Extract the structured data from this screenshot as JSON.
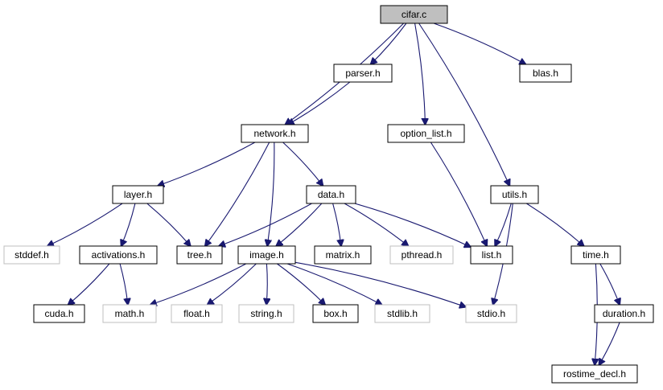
{
  "colors": {
    "edge": "#191970",
    "root_fill": "#bfbfbf",
    "node_border": "#000000",
    "external_border": "#bfbfbf"
  },
  "nodes": {
    "cifar_c": "cifar.c",
    "parser_h": "parser.h",
    "blas_h": "blas.h",
    "network_h": "network.h",
    "option_list_h": "option_list.h",
    "layer_h": "layer.h",
    "data_h": "data.h",
    "utils_h": "utils.h",
    "stddef_h": "stddef.h",
    "activations_h": "activations.h",
    "tree_h": "tree.h",
    "image_h": "image.h",
    "matrix_h": "matrix.h",
    "pthread_h": "pthread.h",
    "list_h": "list.h",
    "time_h": "time.h",
    "cuda_h": "cuda.h",
    "math_h": "math.h",
    "float_h": "float.h",
    "string_h": "string.h",
    "box_h": "box.h",
    "stdlib_h": "stdlib.h",
    "stdio_h": "stdio.h",
    "duration_h": "duration.h",
    "rostime_decl_h": "rostime_decl.h"
  },
  "edges": [
    [
      "cifar_c",
      "parser_h"
    ],
    [
      "cifar_c",
      "blas_h"
    ],
    [
      "cifar_c",
      "network_h"
    ],
    [
      "cifar_c",
      "option_list_h"
    ],
    [
      "cifar_c",
      "utils_h"
    ],
    [
      "parser_h",
      "network_h"
    ],
    [
      "network_h",
      "layer_h"
    ],
    [
      "network_h",
      "data_h"
    ],
    [
      "network_h",
      "tree_h"
    ],
    [
      "network_h",
      "image_h"
    ],
    [
      "option_list_h",
      "list_h"
    ],
    [
      "layer_h",
      "stddef_h"
    ],
    [
      "layer_h",
      "activations_h"
    ],
    [
      "layer_h",
      "tree_h"
    ],
    [
      "data_h",
      "tree_h"
    ],
    [
      "data_h",
      "image_h"
    ],
    [
      "data_h",
      "matrix_h"
    ],
    [
      "data_h",
      "pthread_h"
    ],
    [
      "data_h",
      "list_h"
    ],
    [
      "utils_h",
      "list_h"
    ],
    [
      "utils_h",
      "stdio_h"
    ],
    [
      "utils_h",
      "time_h"
    ],
    [
      "activations_h",
      "cuda_h"
    ],
    [
      "activations_h",
      "math_h"
    ],
    [
      "image_h",
      "math_h"
    ],
    [
      "image_h",
      "float_h"
    ],
    [
      "image_h",
      "string_h"
    ],
    [
      "image_h",
      "box_h"
    ],
    [
      "image_h",
      "stdlib_h"
    ],
    [
      "image_h",
      "stdio_h"
    ],
    [
      "time_h",
      "duration_h"
    ],
    [
      "time_h",
      "rostime_decl_h"
    ],
    [
      "duration_h",
      "rostime_decl_h"
    ]
  ]
}
